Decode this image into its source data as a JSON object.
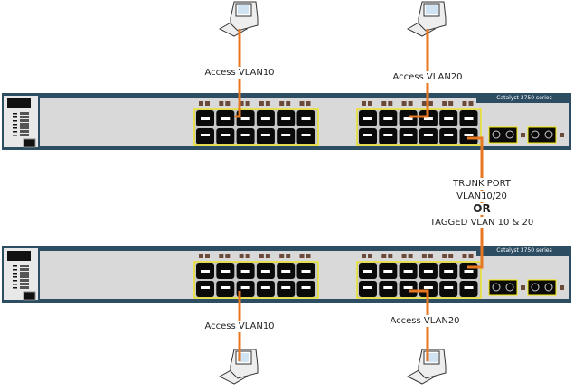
{
  "switches": [
    {
      "model_label": "Catalyst 3750 series"
    },
    {
      "model_label": "Catalyst 3750 series"
    }
  ],
  "labels": {
    "top_left": "Access VLAN10",
    "top_right": "Access VLAN20",
    "bottom_left": "Access VLAN10",
    "bottom_right": "Access VLAN20",
    "trunk_line1": "TRUNK PORT",
    "trunk_line2": "VLAN10/20",
    "trunk_or": "OR",
    "trunk_line3": "TAGGED VLAN 10 & 20"
  },
  "colors": {
    "link": "#e87722",
    "chassis": "#2d4d63",
    "panel": "#d9d9d9",
    "port_frame": "#f2e600"
  }
}
